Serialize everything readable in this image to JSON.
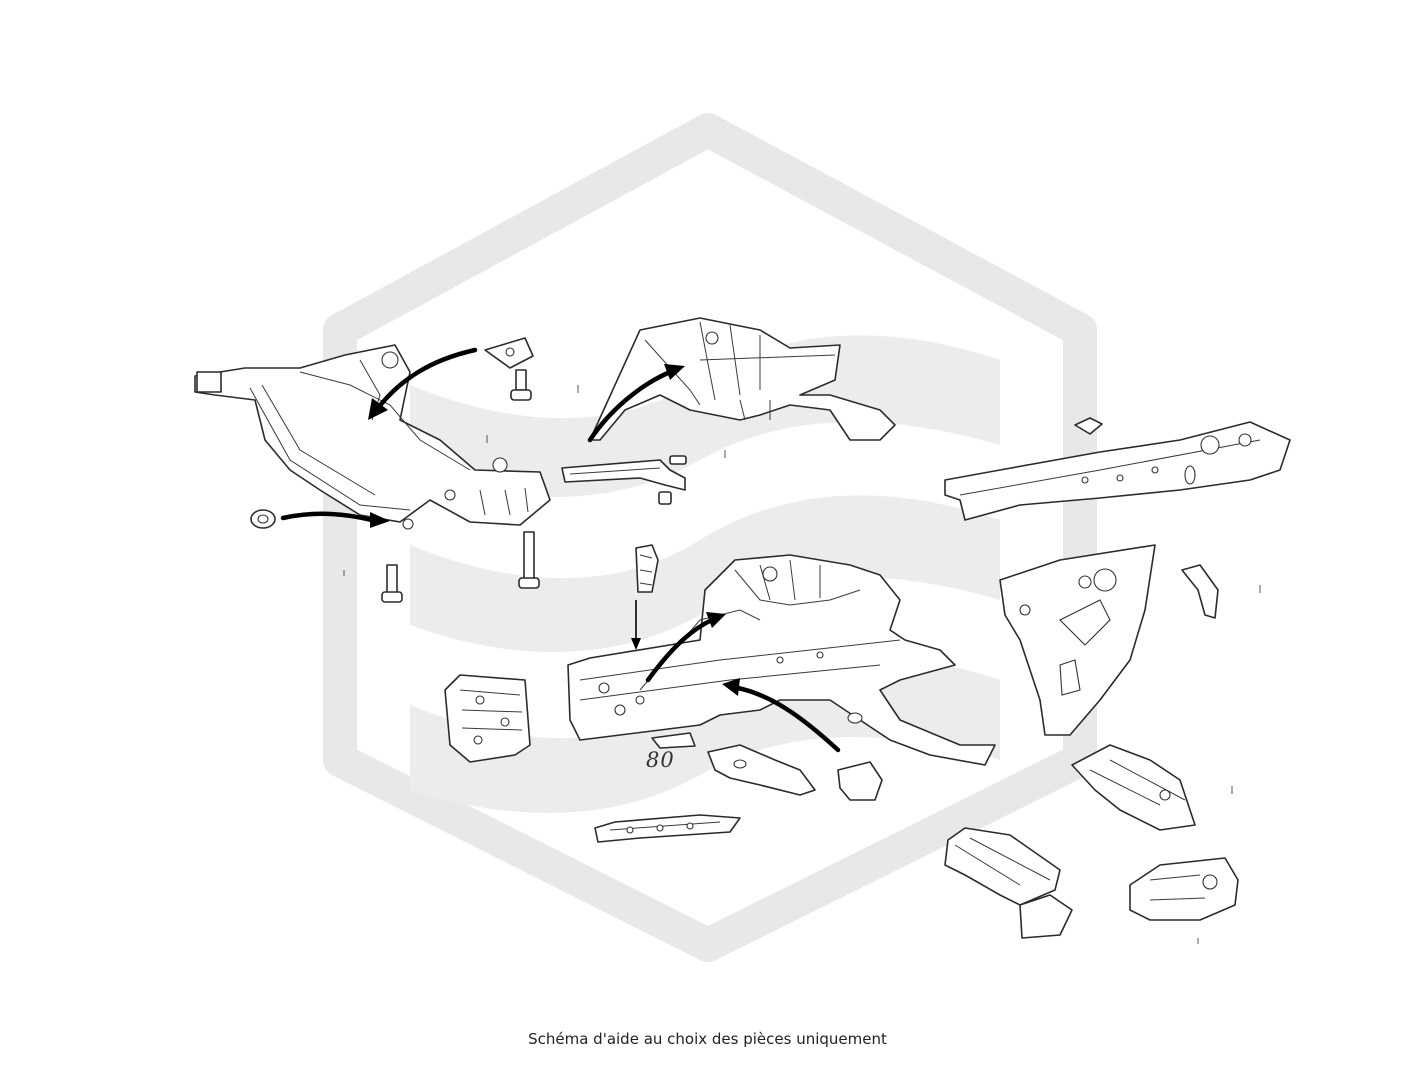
{
  "callout_label": "80",
  "caption": "Schéma d'aide au choix des pièces uniquement",
  "watermark": {
    "shape": "hexagon-s-logo",
    "color": "#e8e8e8"
  },
  "colors": {
    "line": "#2b2b2b",
    "arrow": "#000000",
    "background": "#ffffff"
  }
}
